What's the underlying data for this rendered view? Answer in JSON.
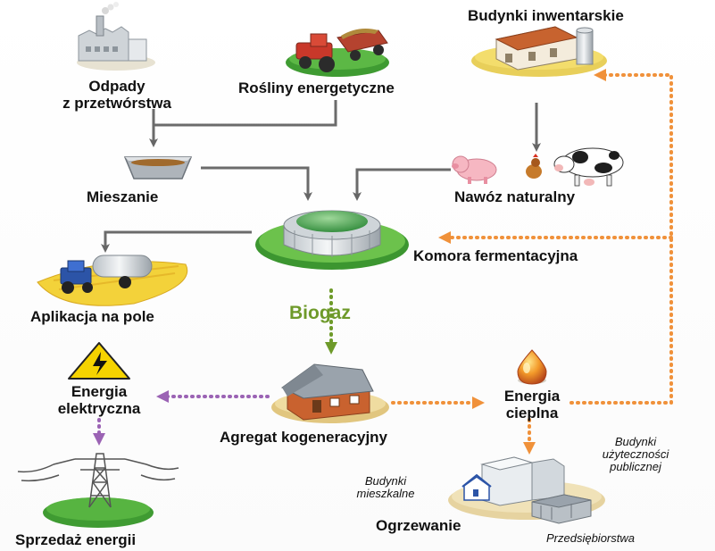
{
  "nodes": {
    "waste": {
      "line1": "Odpady",
      "line2": "z przetwórstwa"
    },
    "crops": {
      "label": "Rośliny energetyczne"
    },
    "barns": {
      "label": "Budynki inwentarskie"
    },
    "mixing": {
      "label": "Mieszanie"
    },
    "manure": {
      "label": "Nawóz naturalny"
    },
    "chamber": {
      "label": "Komora fermentacyjna"
    },
    "field": {
      "label": "Aplikacja na pole"
    },
    "biogas": {
      "label": "Biogaz"
    },
    "electric": {
      "line1": "Energia",
      "line2": "elektryczna"
    },
    "cogen": {
      "label": "Agregat kogeneracyjny"
    },
    "heat": {
      "line1": "Energia",
      "line2": "cieplna"
    },
    "public": {
      "line1": "Budynki",
      "line2": "użyteczności",
      "line3": "publicznej"
    },
    "residential": {
      "line1": "Budynki",
      "line2": "mieszkalne"
    },
    "heating": {
      "label": "Ogrzewanie"
    },
    "enterprises": {
      "label": "Przedsiębiorstwa"
    },
    "sale": {
      "label": "Sprzedaż energii"
    }
  },
  "colors": {
    "arrow_gray": "#6b6b6b",
    "biogas_green": "#6e9a2a",
    "electric_purple": "#9b63b4",
    "heat_orange": "#f0913a",
    "grass_green": "#3f9b32",
    "field_yellow": "#f3d23a",
    "ground_beige": "#e9d598"
  }
}
